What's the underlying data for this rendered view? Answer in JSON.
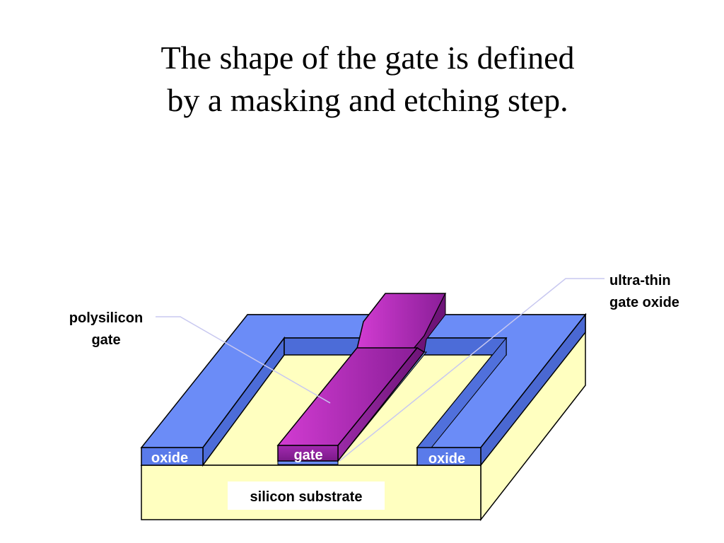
{
  "title": {
    "line1": "The shape of the gate is defined",
    "line2": "by a masking and etching step."
  },
  "labels": {
    "polysilicon_line1": "polysilicon",
    "polysilicon_line2": "gate",
    "ultra_thin_line1": "ultra-thin",
    "ultra_thin_line2": "gate oxide",
    "oxide_left": "oxide",
    "oxide_right": "oxide",
    "gate": "gate",
    "substrate": "silicon substrate"
  },
  "colors": {
    "substrate": "#FFFFC0",
    "oxide_top": "#6B8CF7",
    "oxide_front": "#5A7BEA",
    "gate_light": "#CC33CC",
    "gate_dark": "#881E96",
    "leader_line": "#C8C8F0"
  }
}
